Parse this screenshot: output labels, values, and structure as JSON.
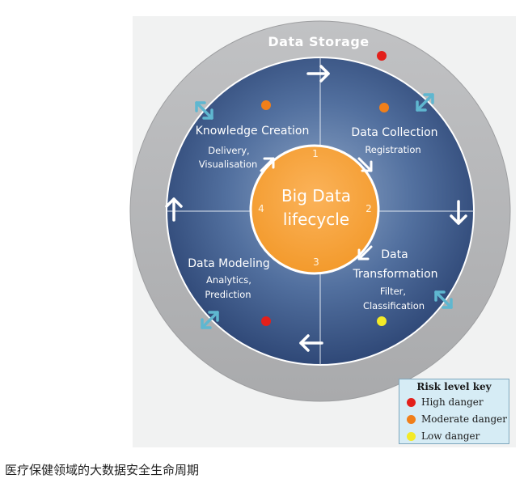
{
  "diagram": {
    "outer_ring_label": "Data Storage",
    "center": {
      "line1": "Big Data",
      "line2": "lifecycle"
    },
    "step_numbers": [
      "1",
      "2",
      "3",
      "4"
    ],
    "quadrants": {
      "knowledge_creation": {
        "title": "Knowledge Creation",
        "sub1": "Delivery,",
        "sub2": "Visualisation"
      },
      "data_collection": {
        "title": "Data Collection",
        "sub1": "Registration"
      },
      "data_transformation": {
        "title1": "Data",
        "title2": "Transformation",
        "sub1": "Filter,",
        "sub2": "Classification"
      },
      "data_modeling": {
        "title": "Data Modeling",
        "sub1": "Analytics,",
        "sub2": "Prediction"
      }
    },
    "colors": {
      "outer_ring": "#b3b3b5",
      "inner_disc": "#3d5a8a",
      "center": "#f7a33c",
      "arrow_light": "#5fb7d0"
    }
  },
  "legend": {
    "title": "Risk level key",
    "items": [
      {
        "label": "High danger",
        "color": "#e3201b"
      },
      {
        "label": "Moderate danger",
        "color": "#f07f1a"
      },
      {
        "label": "Low danger",
        "color": "#f3ea27"
      }
    ]
  },
  "caption": "医疗保健领域的大数据安全生命周期"
}
